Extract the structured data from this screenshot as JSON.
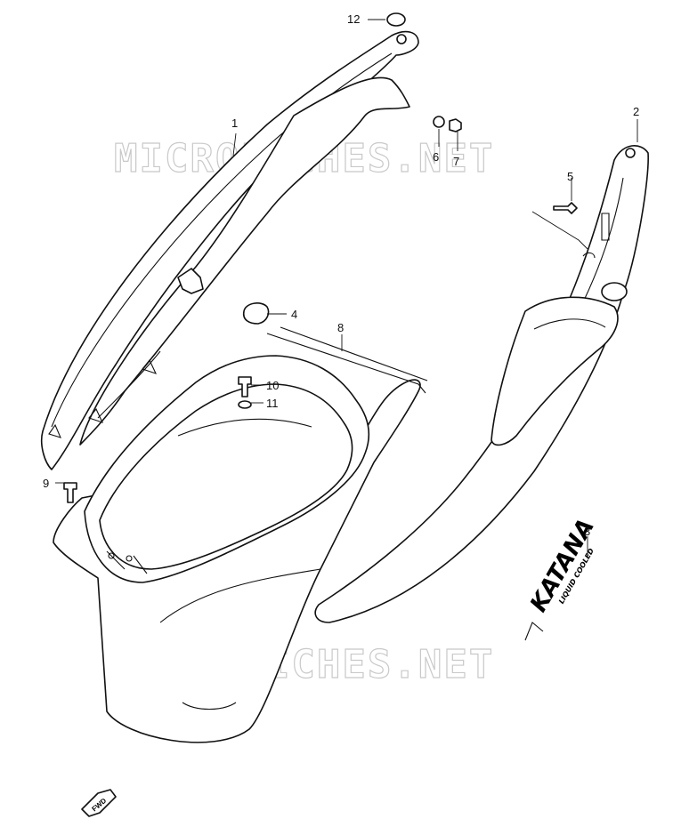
{
  "watermark": "MICROFICHES.NET",
  "callouts": [
    {
      "id": "1",
      "label": "1"
    },
    {
      "id": "2",
      "label": "2"
    },
    {
      "id": "3",
      "label": "3"
    },
    {
      "id": "4",
      "label": "4"
    },
    {
      "id": "5",
      "label": "5"
    },
    {
      "id": "6",
      "label": "6"
    },
    {
      "id": "7",
      "label": "7"
    },
    {
      "id": "8",
      "label": "8"
    },
    {
      "id": "9",
      "label": "9"
    },
    {
      "id": "10",
      "label": "10"
    },
    {
      "id": "11",
      "label": "11"
    },
    {
      "id": "12",
      "label": "12"
    }
  ],
  "decal": {
    "brand": "KATANA",
    "subtitle": "LIQUID COOLED"
  },
  "fwd_label": "FWD"
}
